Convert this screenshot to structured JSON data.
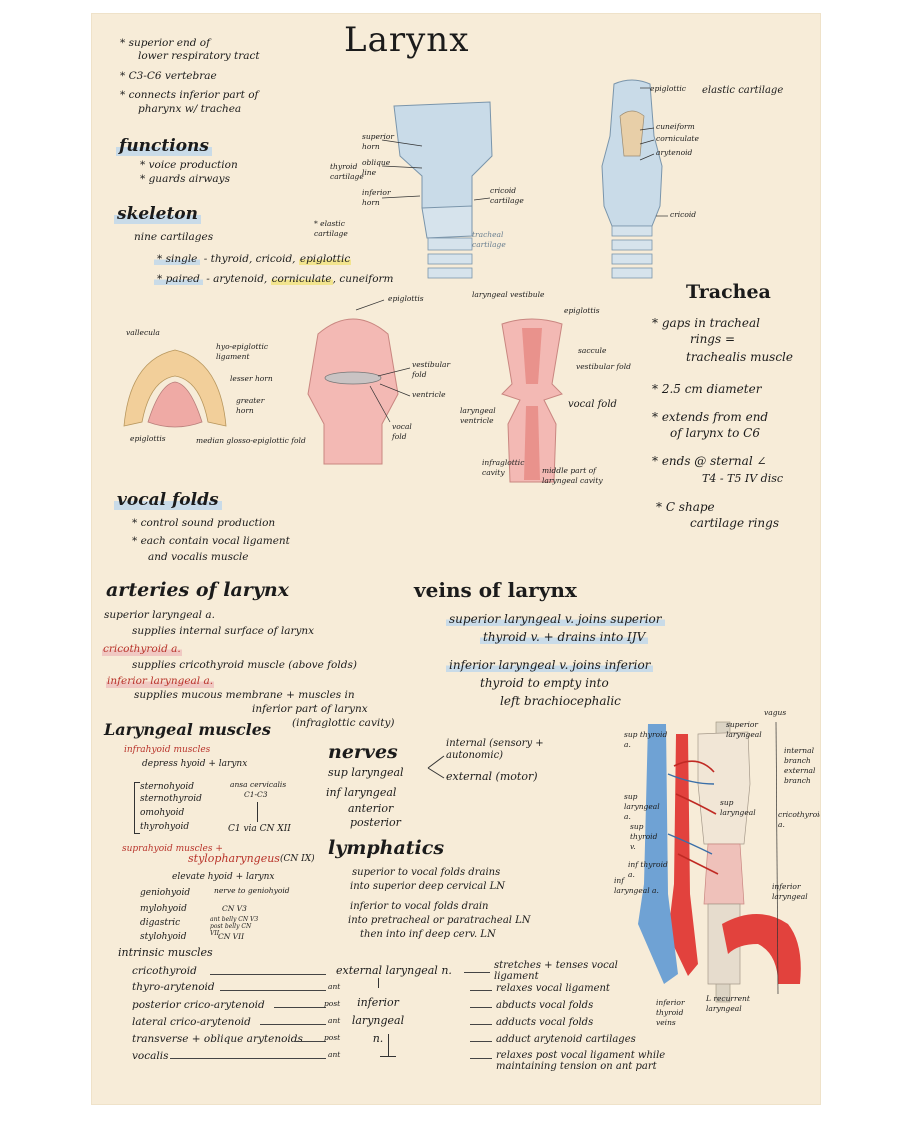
{
  "title": "Larynx",
  "intro": [
    "* superior end of",
    "lower respiratory tract",
    "* C3-C6 vertebrae",
    "* connects inferior part of",
    "pharynx w/ trachea"
  ],
  "functions": {
    "heading": "functions",
    "items": [
      "* voice production",
      "* guards airways"
    ]
  },
  "skeleton": {
    "heading": "skeleton",
    "subheading": "nine cartilages",
    "single_label": "* single",
    "single_rest": "- thyroid, cricoid,",
    "single_hl": "epiglottic",
    "paired_label": "* paired",
    "paired_rest": "- arytenoid,",
    "paired_hl": "corniculate",
    "paired_end": ", cuneiform",
    "legend_note": "* elastic cartilage"
  },
  "figure_top_left": {
    "superior_horn": "superior horn",
    "oblique_line": "oblique line",
    "inferior_horn": "inferior horn",
    "thyroid_cartilage": "thyroid cartilage",
    "cricoid_cartilage": "cricoid cartilage",
    "tracheal_cartilage": "tracheal cartilage"
  },
  "figure_top_right": {
    "epiglottic": "epiglottic",
    "elastic": "elastic cartilage",
    "cuneiform": "cuneiform",
    "corniculate": "corniculate",
    "arytenoid": "arytenoid",
    "cricoid": "cricoid"
  },
  "figure_epiglottis": {
    "vallecula": "vallecula",
    "hyo_epiglottic": "hyo-epiglottic ligament",
    "lesser_horn": "lesser horn",
    "greater_horn": "greater horn",
    "epiglottis": "epiglottis",
    "median_fold": "median glosso-epiglottic fold"
  },
  "figure_interior": {
    "epiglottis": "epiglottis",
    "vestibular_fold": "vestibular fold",
    "ventricle": "ventricle",
    "vocal_fold": "vocal fold"
  },
  "figure_coronal": {
    "laryngeal_vestibule": "laryngeal vestibule",
    "epiglottis": "epiglottis",
    "saccule": "saccule",
    "vestibular_fold": "vestibular fold",
    "vocal_fold": "vocal fold",
    "laryngeal_ventricle": "laryngeal ventricle",
    "infraglottic_cavity": "infraglottic cavity",
    "middle_part": "middle part of laryngeal cavity"
  },
  "trachea": {
    "heading": "Trachea",
    "items": [
      "* gaps in tracheal",
      "rings =",
      "trachealis muscle",
      "* 2.5 cm diameter",
      "* extends from end",
      "of larynx to C6",
      "* ends @ sternal ∠",
      "T4 - T5 IV disc",
      "* C shape",
      "cartilage rings"
    ]
  },
  "vocal_folds": {
    "heading": "vocal folds",
    "items": [
      "* control sound production",
      "* each contain vocal ligament",
      "and vocalis muscle"
    ]
  },
  "arteries": {
    "heading": "arteries of larynx",
    "lines": [
      "superior laryngeal a.",
      "supplies internal surface of larynx",
      "cricothyroid a.",
      "supplies cricothyroid muscle (above folds)",
      "inferior laryngeal a.",
      "supplies mucous membrane + muscles in",
      "inferior part of larynx",
      "(infraglottic cavity)"
    ]
  },
  "veins": {
    "heading": "veins of larynx",
    "lines": [
      "superior laryngeal v. joins superior",
      "thyroid v. + drains into IJV",
      "inferior laryngeal v. joins inferior",
      "thyroid to empty into",
      "left brachiocephalic"
    ]
  },
  "muscles": {
    "heading": "Laryngeal muscles",
    "infrahyoid": "infrahyoid muscles",
    "depress": "depress hyoid + larynx",
    "list1": [
      "sternohyoid",
      "sternothyroid",
      "omohyoid",
      "thyrohyoid"
    ],
    "ansa": "ansa cervicalis",
    "ansa_roots": "C1-C3",
    "c1_via": "C1 via CN XII",
    "suprahyoid": "suprahyoid muscles +",
    "stylopharyngeus": "stylopharyngeus",
    "cn9": "(CN IX)",
    "elevate": "elevate hyoid + larynx",
    "list2": [
      "geniohyoid",
      "mylohyoid",
      "digastric",
      "stylohyoid"
    ],
    "nerve_genio": "nerve to geniohyoid",
    "cn_v3": "CN V3",
    "digastric_bellies": "ant belly CN V3 post belly CN VII",
    "cn_vii": "CN VII",
    "intrinsic": "intrinsic muscles",
    "intrinsic_rows": [
      {
        "name": "cricothyroid",
        "pos": "",
        "action": "stretches + tenses vocal ligament"
      },
      {
        "name": "thyro-arytenoid",
        "pos": "ant",
        "action": "relaxes vocal ligament"
      },
      {
        "name": "posterior crico-arytenoid",
        "pos": "post",
        "action": "abducts vocal folds"
      },
      {
        "name": "lateral crico-arytenoid",
        "pos": "ant",
        "action": "adducts vocal folds"
      },
      {
        "name": "transverse + oblique arytenoids",
        "pos": "post",
        "action": "adduct arytenoid cartilages"
      },
      {
        "name": "vocalis",
        "pos": "ant",
        "action": "relaxes post vocal ligament while maintaining tension on ant part"
      }
    ],
    "ext_nerve": "external laryngeal n.",
    "inf_nerve": "inferior laryngeal n."
  },
  "nerves": {
    "heading": "nerves",
    "sup": "sup laryngeal",
    "internal": "internal (sensory + autonomic)",
    "external": "external (motor)",
    "inf": "inf laryngeal",
    "anterior": "anterior",
    "posterior": "posterior"
  },
  "lymphatics": {
    "heading": "lymphatics",
    "lines": [
      "superior to vocal folds drains",
      "into superior deep cervical LN",
      "inferior to vocal folds drain",
      "into pretracheal or paratracheal LN",
      "then into inf deep cerv. LN"
    ]
  },
  "vessel_figure": {
    "vagus": "vagus",
    "sup_thyroid_a": "sup thyroid a.",
    "superior_laryngeal": "superior laryngeal",
    "internal_branch": "internal branch",
    "external_branch": "external branch",
    "sup_laryngeal_a": "sup laryngeal a.",
    "sup_laryngeal": "sup laryngeal",
    "sup_thyroid_v": "sup thyroid v.",
    "cricothyroid_a": "cricothyroid a.",
    "inf_thyroid_a": "inf thyroid a.",
    "inf_laryngeal_a": "inf laryngeal a.",
    "inferior_laryngeal": "inferior laryngeal",
    "inferior_thyroid_veins": "inferior thyroid veins",
    "l_recurrent": "L recurrent laryngeal"
  },
  "colors": {
    "paper": "#f7ecd8",
    "ink": "#1b1b1b",
    "accent_red": "#b8332a",
    "cartilage_blue": "#c9dbe8",
    "tissue_pink": "#efaaa5",
    "highlight_yellow": "#f2e48e"
  }
}
